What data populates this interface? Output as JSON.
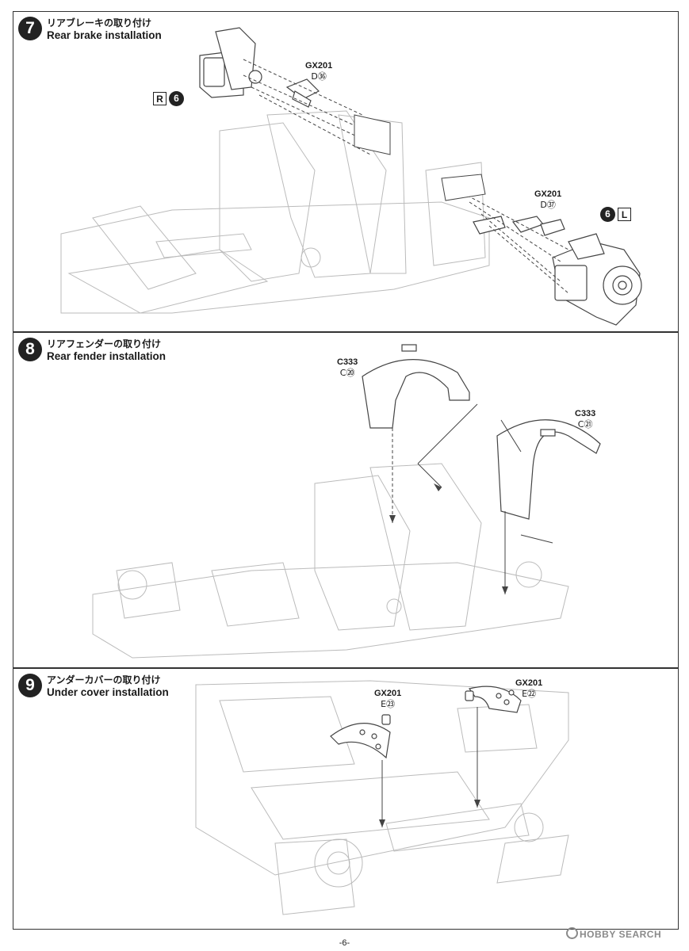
{
  "steps": [
    {
      "number": "7",
      "title_ja": "リアブレーキの取り付け",
      "title_en": "Rear brake installation",
      "parts": [
        {
          "code": "GX201",
          "ref": "D㊱"
        },
        {
          "code": "GX201",
          "ref": "D㊲"
        }
      ],
      "side_tags": [
        {
          "letter": "R",
          "sub": "6"
        },
        {
          "letter": "L",
          "sub": "6"
        }
      ]
    },
    {
      "number": "8",
      "title_ja": "リアフェンダーの取り付け",
      "title_en": "Rear fender installation",
      "parts": [
        {
          "code": "C333",
          "ref": "C⑳"
        },
        {
          "code": "C333",
          "ref": "C㉑"
        }
      ]
    },
    {
      "number": "9",
      "title_ja": "アンダーカバーの取り付け",
      "title_en": "Under cover installation",
      "parts": [
        {
          "code": "GX201",
          "ref": "E㉓"
        },
        {
          "code": "GX201",
          "ref": "E㉒"
        }
      ]
    }
  ],
  "page_number": "-6-",
  "watermark": "HOBBY SEARCH",
  "colors": {
    "ink": "#1a1a1a",
    "line": "#555555",
    "faint": "#bbbbbb",
    "badge": "#222222"
  }
}
